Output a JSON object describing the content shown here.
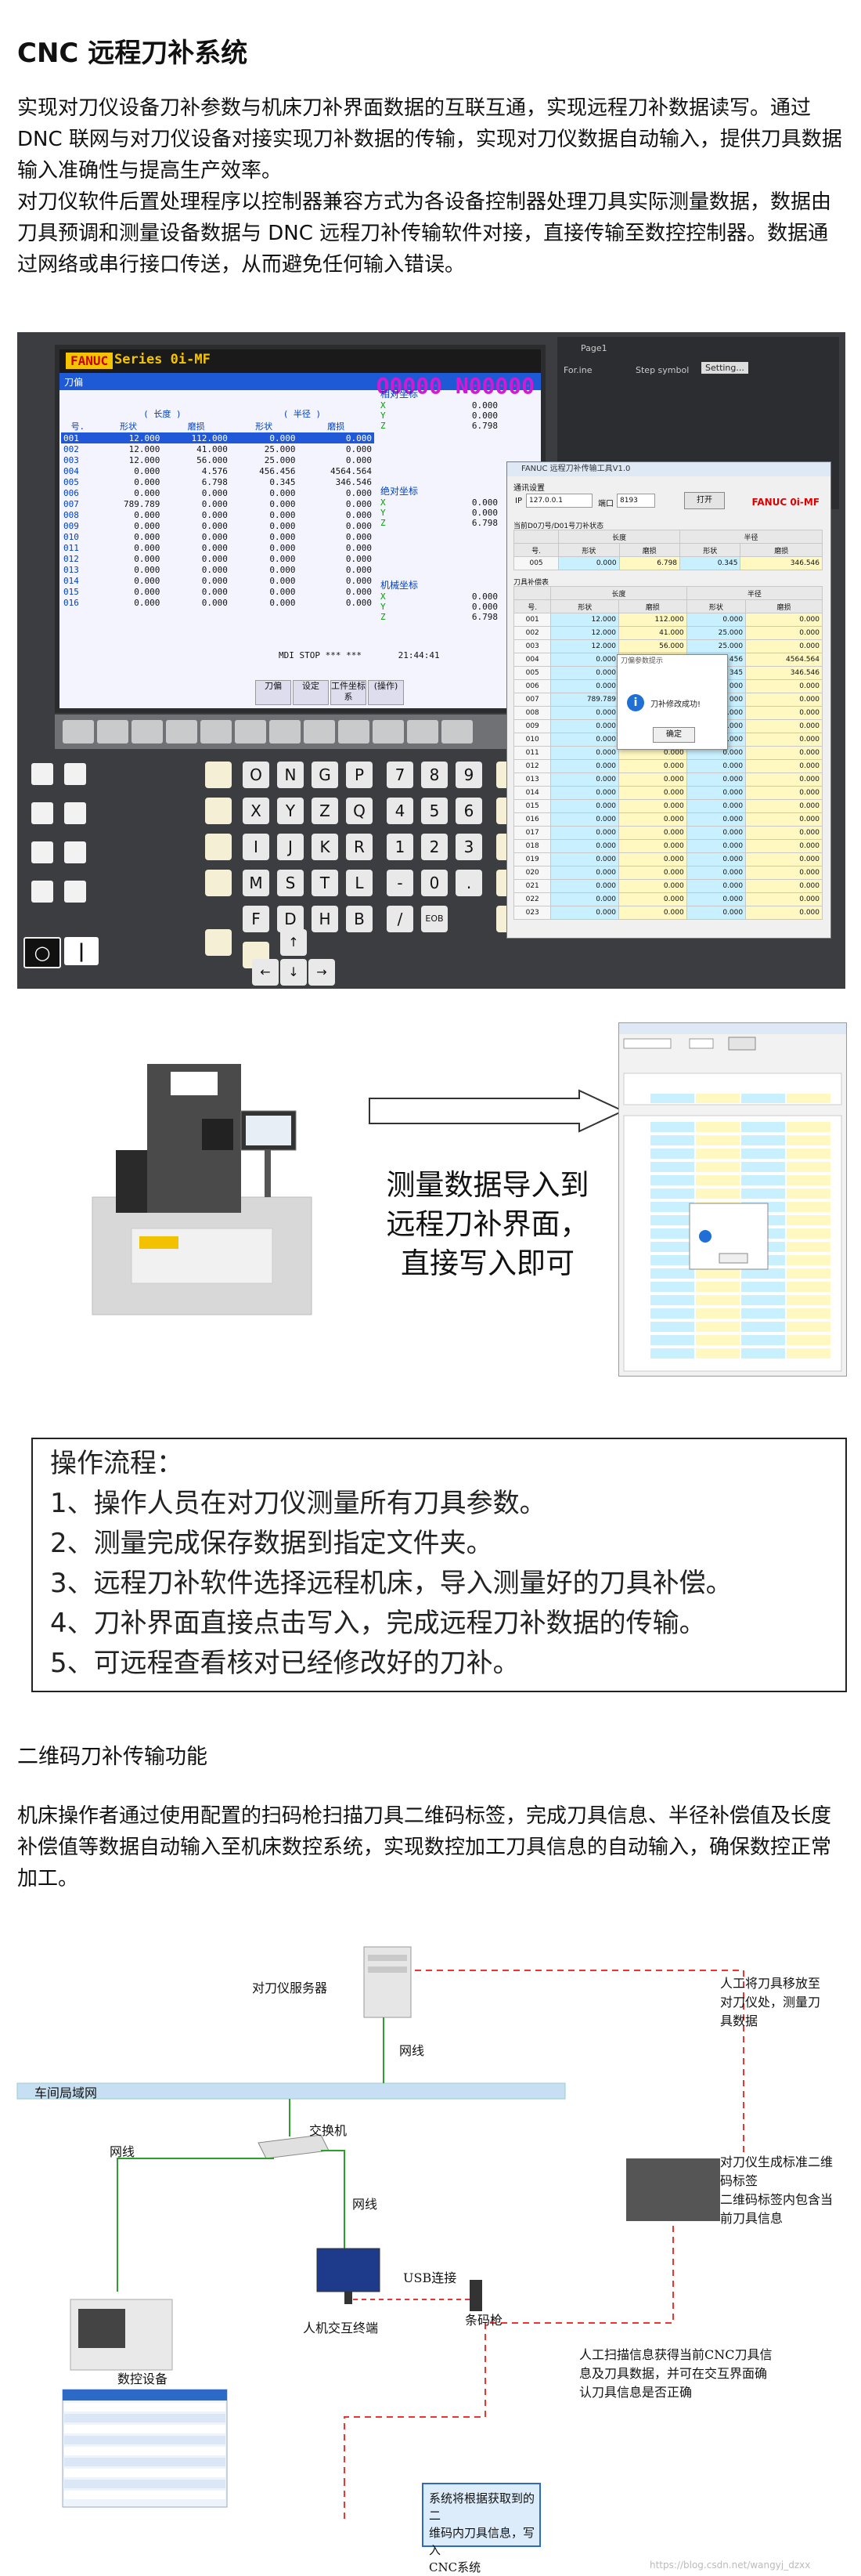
{
  "page": {
    "title": "CNC 远程刀补系统",
    "intro": [
      "实现对刀仪设备刀补参数与机床刀补界面数据的互联互通，实现远程刀补数据读写。通过 DNC 联网与对刀仪设备对接实现刀补数据的传输，实现对刀仪数据自动输入，提供刀具数据输入准确性与提高生产效率。",
      "对刀仪软件后置处理程序以控制器兼容方式为各设备控制器处理刀具实际测量数据，数据由刀具预调和测量设备数据与 DNC 远程刀补传输软件对接，直接传输至数控控制器。数据通过网络或串行接口传送，从而避免任何输入错误。"
    ]
  },
  "cnc": {
    "brand": "FANUC",
    "model": "Series 0i-MF",
    "screen_title": "刀偏",
    "onumber": "O0000 N00000",
    "col_headers": [
      "号.",
      "形状",
      "磨损",
      "形状",
      "磨损"
    ],
    "group_headers": [
      "( 长度 )",
      "( 半径 )"
    ],
    "rows": [
      [
        "001",
        "12.000",
        "112.000",
        "0.000",
        "0.000"
      ],
      [
        "002",
        "12.000",
        "41.000",
        "25.000",
        "0.000"
      ],
      [
        "003",
        "12.000",
        "56.000",
        "25.000",
        "0.000"
      ],
      [
        "004",
        "0.000",
        "4.576",
        "456.456",
        "4564.564"
      ],
      [
        "005",
        "0.000",
        "6.798",
        "0.345",
        "346.546"
      ],
      [
        "006",
        "0.000",
        "0.000",
        "0.000",
        "0.000"
      ],
      [
        "007",
        "789.789",
        "0.000",
        "0.000",
        "0.000"
      ],
      [
        "008",
        "0.000",
        "0.000",
        "0.000",
        "0.000"
      ],
      [
        "009",
        "0.000",
        "0.000",
        "0.000",
        "0.000"
      ],
      [
        "010",
        "0.000",
        "0.000",
        "0.000",
        "0.000"
      ],
      [
        "011",
        "0.000",
        "0.000",
        "0.000",
        "0.000"
      ],
      [
        "012",
        "0.000",
        "0.000",
        "0.000",
        "0.000"
      ],
      [
        "013",
        "0.000",
        "0.000",
        "0.000",
        "0.000"
      ],
      [
        "014",
        "0.000",
        "0.000",
        "0.000",
        "0.000"
      ],
      [
        "015",
        "0.000",
        "0.000",
        "0.000",
        "0.000"
      ],
      [
        "016",
        "0.000",
        "0.000",
        "0.000",
        "0.000"
      ]
    ],
    "rel_title": "相对坐标",
    "abs_title": "绝对坐标",
    "mach_title": "机械坐标",
    "axes": [
      [
        "X",
        "0.000"
      ],
      [
        "Y",
        "0.000"
      ],
      [
        "Z",
        "6.798"
      ]
    ],
    "status": "MDI  STOP *** ***",
    "time": "21:44:41",
    "softkeys": [
      "刀偏",
      "设定",
      "工件坐标系",
      "(操作)"
    ],
    "page_name": "Page1",
    "forline": "For.ine",
    "step_symbol": "Step symbol",
    "setting_label": "Setting..."
  },
  "tool": {
    "window_title": "FANUC 远程刀补传输工具V1.0",
    "comm_label": "通讯设置",
    "ip_label": "IP",
    "ip_value": "127.0.0.1",
    "port_label": "端口",
    "port_value": "8193",
    "open_label": "打开",
    "fanuc_label": "FANUC 0i-MF",
    "current_label": "当前D0刀号/D01号刀补状态",
    "len_label": "长度",
    "rad_label": "半径",
    "col_headers": [
      "号.",
      "形状",
      "磨损",
      "形状",
      "磨损"
    ],
    "cur_row": [
      "005",
      "0.000",
      "6.798",
      "0.345",
      "346.546"
    ],
    "list_label": "刀具补偿表",
    "rows": [
      [
        "001",
        "12.000",
        "112.000",
        "0.000",
        "0.000"
      ],
      [
        "002",
        "12.000",
        "41.000",
        "25.000",
        "0.000"
      ],
      [
        "003",
        "12.000",
        "56.000",
        "25.000",
        "0.000"
      ],
      [
        "004",
        "0.000",
        "4.576",
        "456",
        "4564.564"
      ],
      [
        "005",
        "0.000",
        "6.798",
        "345",
        "346.546"
      ],
      [
        "006",
        "0.000",
        "0.000",
        "000",
        "0.000"
      ],
      [
        "007",
        "789.789",
        "0.000",
        "000",
        "0.000"
      ],
      [
        "008",
        "0.000",
        "0.000",
        "0.000",
        "0.000"
      ],
      [
        "009",
        "0.000",
        "0.000",
        "0.000",
        "0.000"
      ],
      [
        "010",
        "0.000",
        "0.000",
        "0.000",
        "0.000"
      ],
      [
        "011",
        "0.000",
        "0.000",
        "0.000",
        "0.000"
      ],
      [
        "012",
        "0.000",
        "0.000",
        "0.000",
        "0.000"
      ],
      [
        "013",
        "0.000",
        "0.000",
        "0.000",
        "0.000"
      ],
      [
        "014",
        "0.000",
        "0.000",
        "0.000",
        "0.000"
      ],
      [
        "015",
        "0.000",
        "0.000",
        "0.000",
        "0.000"
      ],
      [
        "016",
        "0.000",
        "0.000",
        "0.000",
        "0.000"
      ],
      [
        "017",
        "0.000",
        "0.000",
        "0.000",
        "0.000"
      ],
      [
        "018",
        "0.000",
        "0.000",
        "0.000",
        "0.000"
      ],
      [
        "019",
        "0.000",
        "0.000",
        "0.000",
        "0.000"
      ],
      [
        "020",
        "0.000",
        "0.000",
        "0.000",
        "0.000"
      ],
      [
        "021",
        "0.000",
        "0.000",
        "0.000",
        "0.000"
      ],
      [
        "022",
        "0.000",
        "0.000",
        "0.000",
        "0.000"
      ],
      [
        "023",
        "0.000",
        "0.000",
        "0.000",
        "0.000"
      ]
    ],
    "dialog_title": "刀偏参数提示",
    "dialog_msg": "刀补修改成功!",
    "dialog_ok": "确定"
  },
  "section2": {
    "caption": [
      "测量数据导入到",
      "远程刀补界面，",
      "直接写入即可"
    ]
  },
  "steps": {
    "title": "操作流程：",
    "items": [
      "1、操作人员在对刀仪测量所有刀具参数。",
      "2、测量完成保存数据到指定文件夹。",
      "3、远程刀补软件选择远程机床，导入测量好的刀具补偿。",
      "4、刀补界面直接点击写入，完成远程刀补数据的传输。",
      "5、可远程查看核对已经修改好的刀补。"
    ]
  },
  "qr": {
    "heading": "二维码刀补传输功能",
    "desc": "机床操作者通过使用配置的扫码枪扫描刀具二维码标签，完成刀具信息、半径补偿值及长度补偿值等数据自动输入至机床数控系统，实现数控加工刀具信息的自动输入，确保数控正常加工。"
  },
  "diagram": {
    "server": "对刀仪服务器",
    "lan": "车间局域网",
    "wire1": "网线",
    "wire2": "网线",
    "wire3": "网线",
    "switch": "交换机",
    "usb": "USB连接",
    "terminal": "人机交互终端",
    "scanner": "条码枪",
    "cnc": "数控设备",
    "note1": [
      "人工将刀具移放至",
      "对刀仪处，测量刀",
      "具数据"
    ],
    "note2": [
      "对刀仪生成标准二维",
      "码标签",
      "二维码标签内包含当",
      "前刀具信息"
    ],
    "note3": [
      "人工扫描信息获得当前CNC刀具信",
      "息及刀具数据，并可在交互界面确",
      "认刀具信息是否正确"
    ],
    "note4": [
      "系统将根据获取到的二",
      "维码内刀具信息，写入",
      "CNC系统"
    ],
    "watermark": "https://blog.csdn.net/wangyj_dzxx"
  }
}
